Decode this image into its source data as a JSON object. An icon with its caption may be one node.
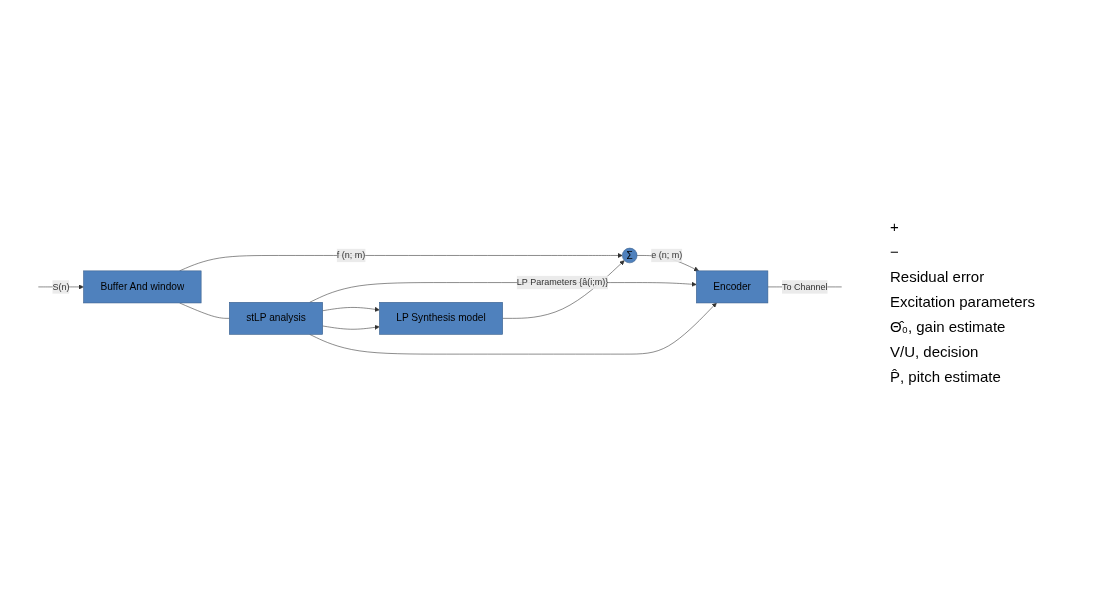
{
  "diagram": {
    "nodes": [
      {
        "text": [
          "Buffer And window"
        ]
      },
      {
        "text": [
          "Σ"
        ]
      },
      {
        "text": [
          "stLP analysis"
        ]
      },
      {
        "text": [
          "LP Synthesis model"
        ]
      },
      {
        "text": [
          "Encoder"
        ]
      }
    ],
    "edges": [
      {
        "from": null,
        "to": 0,
        "arrow": "to",
        "label": "S(n)"
      },
      {
        "from": 0,
        "to": 1,
        "arrow": "to",
        "label": "f (n; m)"
      },
      {
        "from": 0,
        "to": 2,
        "arrow": "none"
      },
      {
        "from": 2,
        "to": 4,
        "arrow": "to",
        "label": "LP Parameters {â(i;m)}"
      },
      {
        "from": 2,
        "to": 3,
        "arrow": "to"
      },
      {
        "from": 2,
        "to": 3,
        "arrow": "to"
      },
      {
        "from": 2,
        "to": 4,
        "arrow": "to"
      },
      {
        "from": 3,
        "to": 1,
        "arrow": "to"
      },
      {
        "from": 1,
        "to": 4,
        "arrow": "to",
        "label": "e (n; m)"
      },
      {
        "from": 4,
        "to": null,
        "arrow": "none",
        "label": "To Channel"
      }
    ],
    "labels": [
      "+",
      "−",
      "Residual error",
      "Excitation parameters",
      "Θ̂₀, gain estimate",
      "V/U, decision",
      "P̂, pitch estimate"
    ]
  }
}
